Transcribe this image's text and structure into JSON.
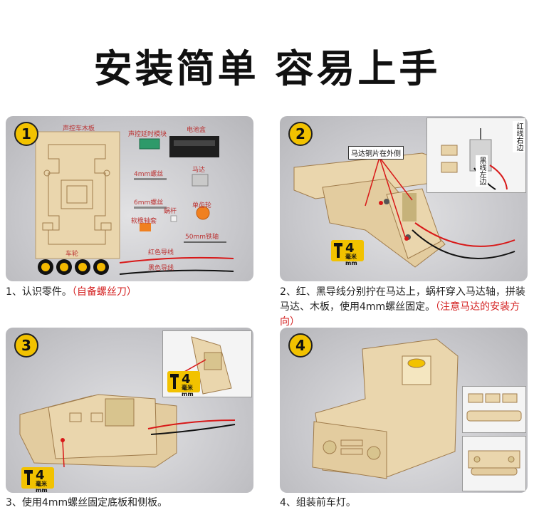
{
  "header": {
    "title": "安装简单 容易上手"
  },
  "steps": [
    {
      "badge": "1",
      "caption_main": "1、认识零件。",
      "caption_note": "（自备螺丝刀）",
      "labels": {
        "board": "声控车木板",
        "module": "声控延时模块",
        "battery": "电池盒",
        "screw4": "4mm螺丝",
        "motor": "马达",
        "screw6": "6mm螺丝",
        "worm": "蜗杆",
        "gear": "单齿轮",
        "sleeve": "软橡轴套",
        "axle": "50mm铁轴",
        "wheels": "车轮",
        "red_wire": "红色导线",
        "black_wire": "黑色导线"
      }
    },
    {
      "badge": "2",
      "caption_main": "2、红、黑导线分别拧在马达上，蜗杆穿入马达轴，拼装马达、木板，使用4mm螺丝固定。",
      "caption_note": "（注意马达的安装方向）",
      "callout": "马达铜片在外侧",
      "red_side": "红线右边",
      "black_side": "黑线左边",
      "screw_num": "4",
      "screw_unit": "毫米mm"
    },
    {
      "badge": "3",
      "caption_main": "3、使用4mm螺丝固定底板和侧板。",
      "screw_num": "4",
      "screw_unit": "毫米mm"
    },
    {
      "badge": "4",
      "caption_main": "4、组装前车灯。"
    }
  ],
  "colors": {
    "badge": "#f2c200",
    "note": "#d42020",
    "wood": "#e8d3a8"
  }
}
